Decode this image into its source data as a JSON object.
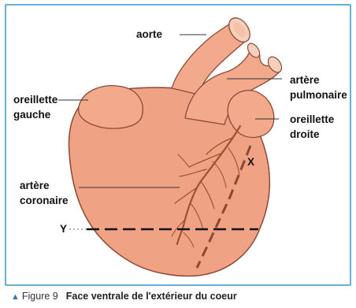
{
  "labels": {
    "aorte": "aorte",
    "artere_pulmonaire_line1": "artère",
    "artere_pulmonaire_line2": "pulmonaire",
    "oreillette_gauche_line1": "oreillette",
    "oreillette_gauche_line2": "gauche",
    "oreillette_droite_line1": "oreillette",
    "oreillette_droite_line2": "droite",
    "artere_coronaire_line1": "artère",
    "artere_coronaire_line2": "coronaire",
    "x_marker": "X",
    "y_marker": "Y"
  },
  "caption": {
    "figure_number": "Figure 9",
    "title": "Face ventrale de l'extérieur du coeur"
  },
  "colors": {
    "frame": "#6aaed6",
    "heart_fill": "#f0a285",
    "heart_stroke": "#8a4a35",
    "vessel_fill": "#f2a98c",
    "coronary": "#a0522d",
    "dashed_x": "#8b4a2f",
    "dashed_y": "#111111",
    "caption_marker": "#2e75b6"
  }
}
